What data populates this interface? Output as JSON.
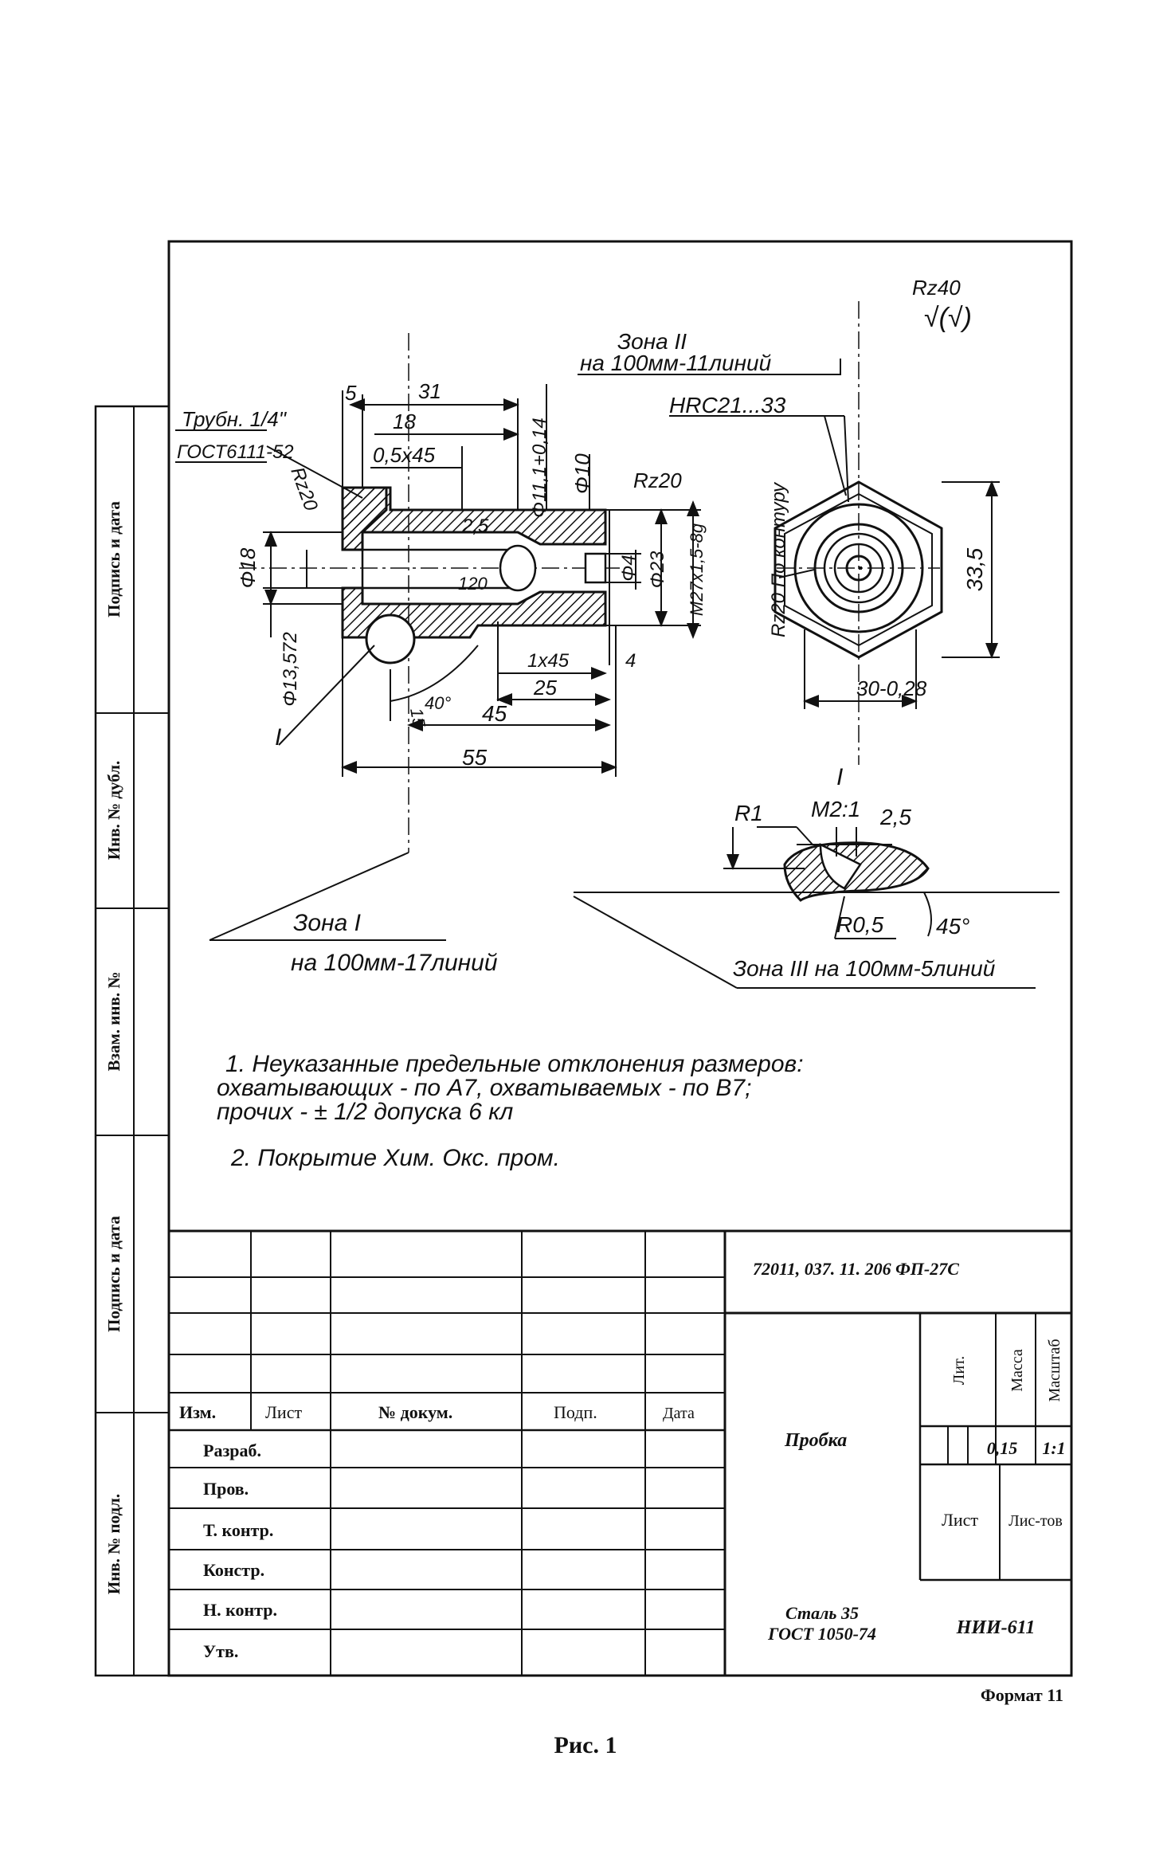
{
  "side_labels": [
    "Подпись и дата",
    "Инв. № дубл.",
    "Взам. инв. №",
    "Подпись и дата",
    "Инв. № подл."
  ],
  "dims": {
    "d5": "5",
    "d31": "31",
    "d18": "18",
    "d0545": "0,5x45",
    "d111": "Φ11,1+0,14",
    "d10": "Φ10",
    "rz20_right": "Rz20",
    "rz20_left": "Rz20",
    "d25": "2,5",
    "d120": "120",
    "d4": "Φ4",
    "d23": "Φ23",
    "m27": "M27x1,5-8g",
    "dia18": "Φ18",
    "dia13": "Φ13,572",
    "d1x45": "1x45",
    "d4b": "4",
    "d25b": "25",
    "d15": "15",
    "d40": "40°",
    "d45": "45",
    "d55": "55",
    "marker1": "I"
  },
  "callouts": {
    "tube": "Трубн. 1/4\"",
    "tube_gost": "ГОСТ6111-52",
    "zone2_a": "Зона II",
    "zone2_b": "на 100мм-11линий",
    "zone1_a": "Зона I",
    "zone1_b": "на 100мм-17линий",
    "zone3": "Зона III на 100мм-5линий",
    "roughness": "Rz40",
    "roughness_sym": "√(√)",
    "hrc": "HRC21...33",
    "rz_contour": "Rz20 По контуру",
    "d335": "33,5",
    "d30": "30-0,28"
  },
  "detail": {
    "title": "I",
    "scale": "M2:1",
    "r1": "R1",
    "d25": "2,5",
    "r05": "R0,5",
    "a45": "45°"
  },
  "notes": [
    "1. Неуказанные предельные отклонения размеров:",
    "охватывающих - по A7, охватываемых - по B7;",
    "прочих - ± 1/2 допуска 6 кл",
    "2. Покрытие Хим. Окс. пром."
  ],
  "title_block": {
    "designation": "72011, 037. 11. 206 ФП-27С",
    "part_name": "Пробка",
    "material_a": "Сталь 35",
    "material_b": "ГОСТ 1050-74",
    "org": "НИИ-611",
    "col_izm": "Изм.",
    "col_list": "Лист",
    "col_doc": "№ докум.",
    "col_podp": "Подп.",
    "col_data": "Дата",
    "row_razrab": "Разраб.",
    "row_prov": "Пров.",
    "row_tkontr": "Т. контр.",
    "row_konstr": "Констр.",
    "row_nkontr": "Н. контр.",
    "row_utv": "Утв.",
    "lit": "Лит.",
    "massa": "Масса",
    "masshtab": "Масштаб",
    "mass_val": "0,15",
    "scale_val": "1:1",
    "list": "Лист",
    "listov": "Лис-тов"
  },
  "format": "Формат 11",
  "caption": "Рис. 1"
}
